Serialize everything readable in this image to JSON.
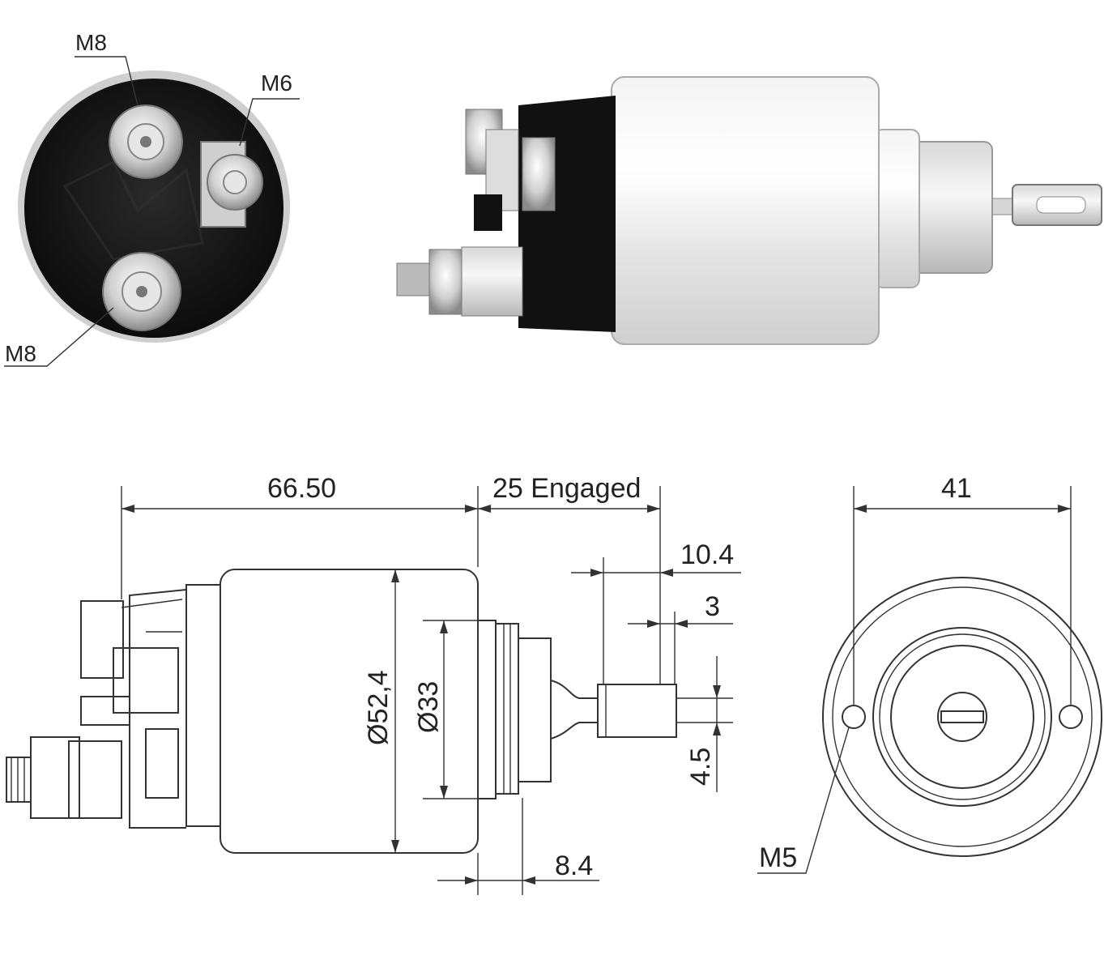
{
  "photo_end_view": {
    "label_top": "M8",
    "label_right": "M6",
    "label_bottom": "M8"
  },
  "drawing_side_view": {
    "dim_length": "66.50",
    "dim_engaged": "25 Engaged",
    "dim_10_4": "10.4",
    "dim_3": "3",
    "dim_diam_body": "Ø52,4",
    "dim_diam_inner": "Ø33",
    "dim_4_5": "4.5",
    "dim_8_4": "8.4"
  },
  "drawing_end_view": {
    "dim_width": "41",
    "label_thread": "M5"
  }
}
